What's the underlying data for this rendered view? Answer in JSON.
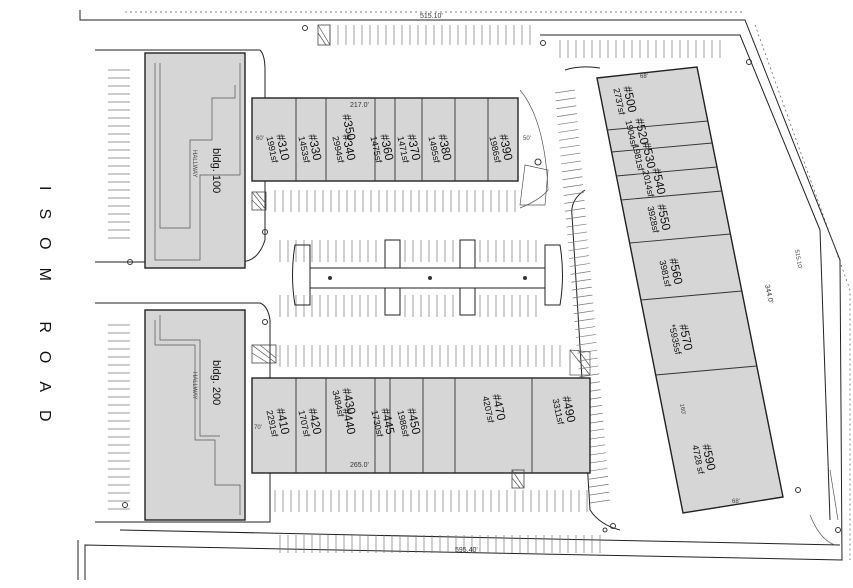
{
  "road_label": "ISOM ROAD",
  "buildings": [
    {
      "id": "bldg-100",
      "label": "bldg. 100",
      "hallway": "HALLWAY"
    },
    {
      "id": "bldg-200",
      "label": "bldg. 200",
      "hallway": "HALLWAY"
    }
  ],
  "north_units": [
    {
      "unit": "#310",
      "sf": "1991sf"
    },
    {
      "unit": "#330",
      "sf": "1453sf"
    },
    {
      "unit": "#350",
      "sf": ""
    },
    {
      "unit": "#340",
      "sf": "2994sf"
    },
    {
      "unit": "#360",
      "sf": "1475sf"
    },
    {
      "unit": "#370",
      "sf": "1471sf"
    },
    {
      "unit": "#380",
      "sf": "1495sf"
    },
    {
      "unit": "#390",
      "sf": "1986sf"
    }
  ],
  "south_units": [
    {
      "unit": "#410",
      "sf": "2291sf"
    },
    {
      "unit": "#420",
      "sf": "1707sf"
    },
    {
      "unit": "#430",
      "sf": "3484sf"
    },
    {
      "unit": "#440",
      "sf": ""
    },
    {
      "unit": "#445",
      "sf": "1730sf"
    },
    {
      "unit": "#450",
      "sf": "1986sf"
    },
    {
      "unit": "#470",
      "sf": "4207sf"
    },
    {
      "unit": "#490",
      "sf": "3311sf"
    }
  ],
  "east_units": [
    {
      "unit": "#500",
      "sf": "2737sf"
    },
    {
      "unit": "#520",
      "sf": "1904sf"
    },
    {
      "unit": "#530",
      "sf": "1981sf"
    },
    {
      "unit": "#540",
      "sf": "2014sf"
    },
    {
      "unit": "#550",
      "sf": "3928sf"
    },
    {
      "unit": "#560",
      "sf": "3981sf"
    },
    {
      "unit": "#570",
      "sf": "*5935sf"
    },
    {
      "unit": "#590",
      "sf": "4728 sf"
    }
  ],
  "dimensions": {
    "top": "515.10'",
    "bottom": "595.40'",
    "north_row": "217.0'",
    "south_row": "265.0'",
    "east_side": "344.0'",
    "east_boundary": "515.10'",
    "small_left_north": "60'",
    "small_right_north": "50'",
    "small_left_south": "70'",
    "east_top": "68'",
    "east_bottom": "68'",
    "east_mid": "160'"
  }
}
